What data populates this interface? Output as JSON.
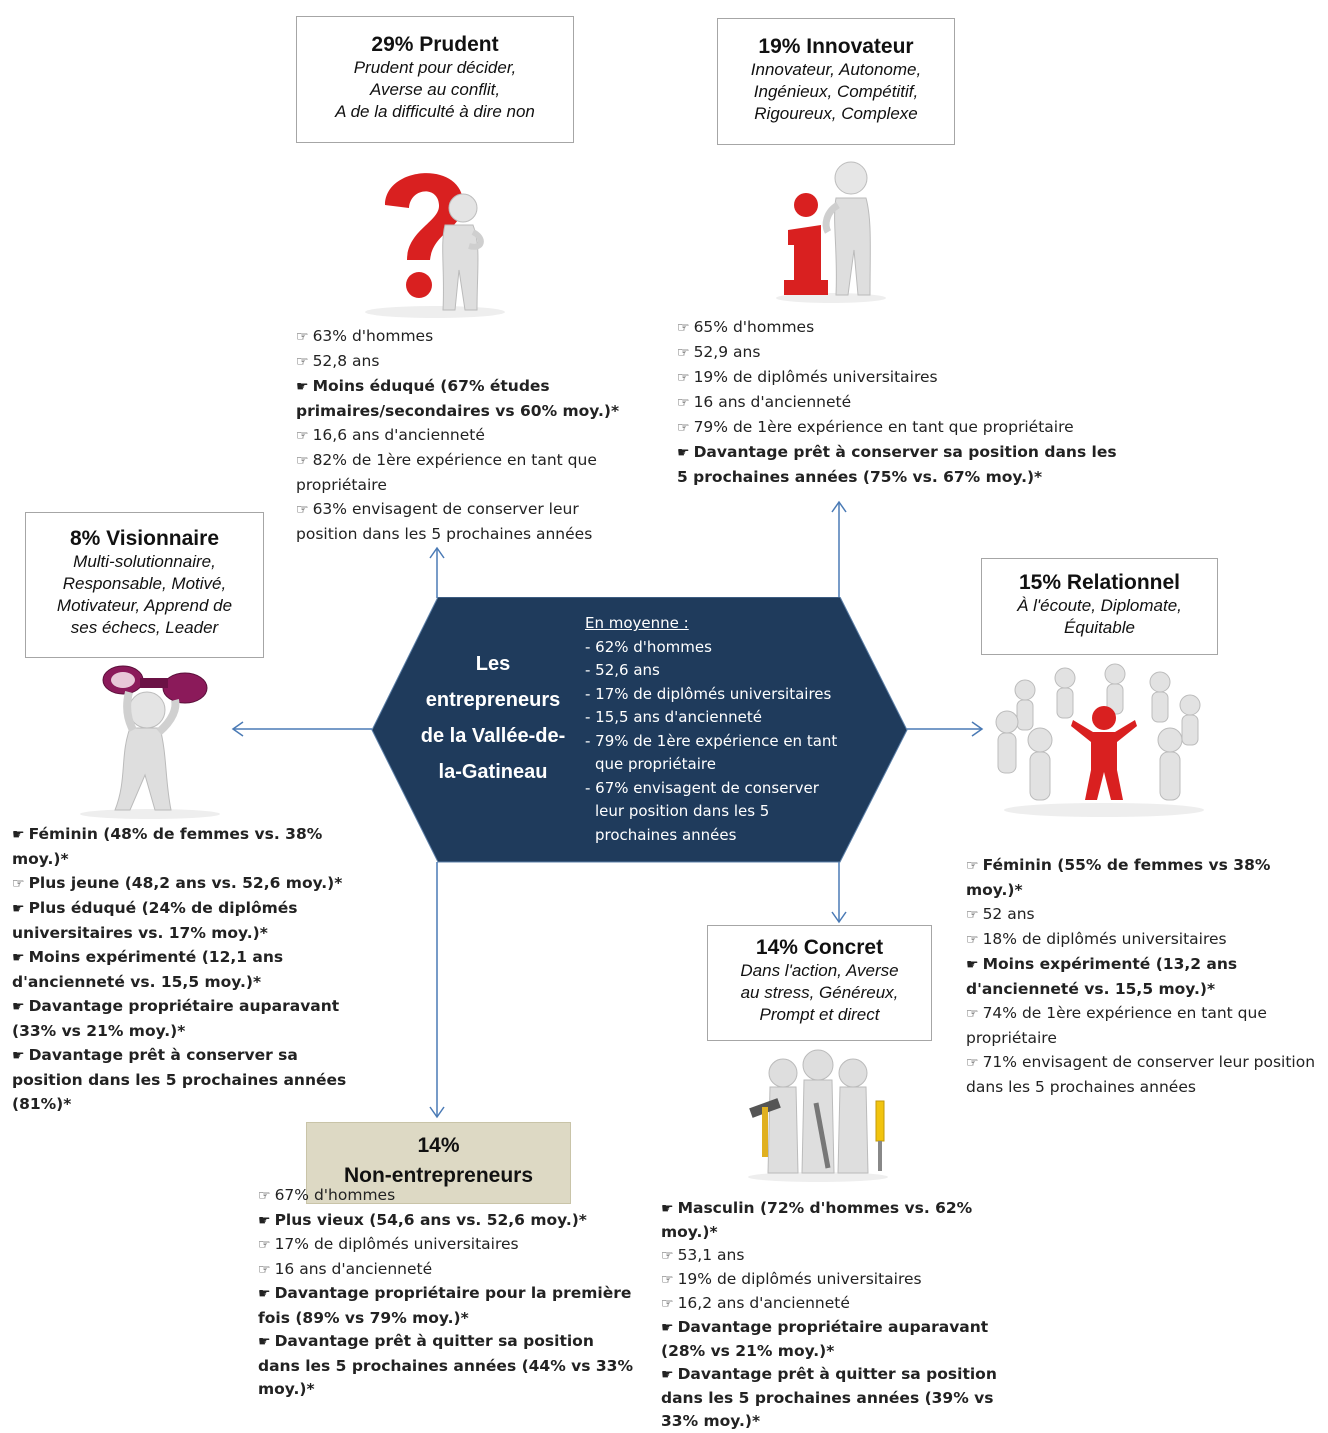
{
  "center": {
    "title_lines": [
      "Les",
      "entrepreneurs",
      "de la Vallée-de-",
      "la-Gatineau"
    ],
    "avg_heading": "En moyenne :",
    "avg_lines": [
      "- 62% d'hommes",
      "- 52,6 ans",
      "- 17% de diplômés universitaires",
      "- 15,5 ans d'ancienneté",
      "- 79% de 1ère expérience en tant",
      "  que propriétaire",
      "- 67% envisagent de conserver",
      "  leur position dans les 5",
      "  prochaines années"
    ],
    "color": "#1f3b5c"
  },
  "prudent": {
    "title": "29% Prudent",
    "subtitle_lines": [
      "Prudent pour décider,",
      "Averse au conflit,",
      "A de la difficulté à dire non"
    ],
    "items": [
      {
        "bold": false,
        "text": "63% d'hommes"
      },
      {
        "bold": false,
        "text": "52,8 ans"
      },
      {
        "bold": true,
        "text": "Moins éduqué (67% études primaires/secondaires vs 60% moy.)*"
      },
      {
        "bold": false,
        "text": "16,6 ans d'ancienneté"
      },
      {
        "bold": false,
        "text": "82% de 1ère expérience en tant que propriétaire"
      },
      {
        "bold": false,
        "text": "63% envisagent de conserver leur position dans les 5 prochaines années"
      }
    ]
  },
  "innovateur": {
    "title": "19% Innovateur",
    "subtitle_lines": [
      "Innovateur, Autonome,",
      "Ingénieux, Compétitif,",
      "Rigoureux, Complexe"
    ],
    "items": [
      {
        "bold": false,
        "text": "65% d'hommes"
      },
      {
        "bold": false,
        "text": "52,9 ans"
      },
      {
        "bold": false,
        "text": "19% de diplômés universitaires"
      },
      {
        "bold": false,
        "text": "16 ans d'ancienneté"
      },
      {
        "bold": false,
        "text": "79% de 1ère expérience en tant que propriétaire"
      },
      {
        "bold": true,
        "text": "Davantage prêt à conserver sa position dans les 5 prochaines années (75% vs. 67% moy.)*"
      }
    ]
  },
  "visionnaire": {
    "title": "8% Visionnaire",
    "subtitle_lines": [
      "Multi-solutionnaire,",
      "Responsable, Motivé,",
      "Motivateur, Apprend de",
      "ses échecs, Leader"
    ],
    "items": [
      {
        "bold": true,
        "text": "Féminin (48% de femmes vs. 38% moy.)*"
      },
      {
        "bold": true,
        "text": "Plus jeune (48,2 ans vs. 52,6 moy.)*"
      },
      {
        "bold": true,
        "text": "Plus éduqué (24% de diplômés universitaires vs. 17% moy.)*"
      },
      {
        "bold": true,
        "text": "Moins expérimenté (12,1 ans d'ancienneté vs. 15,5 moy.)*"
      },
      {
        "bold": true,
        "text": "Davantage propriétaire auparavant (33% vs 21% moy.)*"
      },
      {
        "bold": true,
        "text": "Davantage prêt à conserver sa position dans les 5 prochaines années (81%)*"
      }
    ]
  },
  "relationnel": {
    "title": "15% Relationnel",
    "subtitle_lines": [
      "À l'écoute, Diplomate,",
      "Équitable"
    ],
    "items": [
      {
        "bold": true,
        "text": "Féminin (55% de femmes vs 38% moy.)*"
      },
      {
        "bold": false,
        "text": "52 ans"
      },
      {
        "bold": false,
        "text": "18% de diplômés universitaires"
      },
      {
        "bold": true,
        "text": "Moins expérimenté (13,2 ans d'ancienneté vs. 15,5 moy.)*"
      },
      {
        "bold": false,
        "text": "74% de 1ère expérience en tant que propriétaire"
      },
      {
        "bold": false,
        "text": "71% envisagent de conserver leur position dans les 5 prochaines années"
      }
    ]
  },
  "concret": {
    "title": "14% Concret",
    "subtitle_lines": [
      "Dans l'action, Averse",
      "au stress, Généreux,",
      "Prompt et direct"
    ],
    "items": [
      {
        "bold": true,
        "text": "Masculin (72% d'hommes vs. 62% moy.)*"
      },
      {
        "bold": false,
        "text": "53,1 ans"
      },
      {
        "bold": false,
        "text": "19% de diplômés universitaires"
      },
      {
        "bold": false,
        "text": "16,2 ans d'ancienneté"
      },
      {
        "bold": true,
        "text": "Davantage propriétaire auparavant (28% vs 21% moy.)*"
      },
      {
        "bold": true,
        "text": "Davantage prêt à quitter sa position dans les 5 prochaines années (39% vs 33% moy.)*"
      }
    ]
  },
  "non_entrepreneurs": {
    "title_lines": [
      "14%",
      "Non-entrepreneurs"
    ],
    "items": [
      {
        "bold": false,
        "text": "67% d'hommes"
      },
      {
        "bold": true,
        "text": "Plus vieux (54,6 ans vs. 52,6 moy.)*"
      },
      {
        "bold": false,
        "text": "17% de diplômés universitaires"
      },
      {
        "bold": false,
        "text": "16 ans d'ancienneté"
      },
      {
        "bold": true,
        "text": "Davantage propriétaire pour la première fois (89% vs 79% moy.)*"
      },
      {
        "bold": true,
        "text": "Davantage prêt à quitter sa position dans les 5 prochaines années (44% vs 33% moy.)*"
      }
    ]
  },
  "colors": {
    "arrow": "#4a7ab5",
    "accent_red": "#d92020",
    "box_fill_non": "#ddd9c4"
  }
}
